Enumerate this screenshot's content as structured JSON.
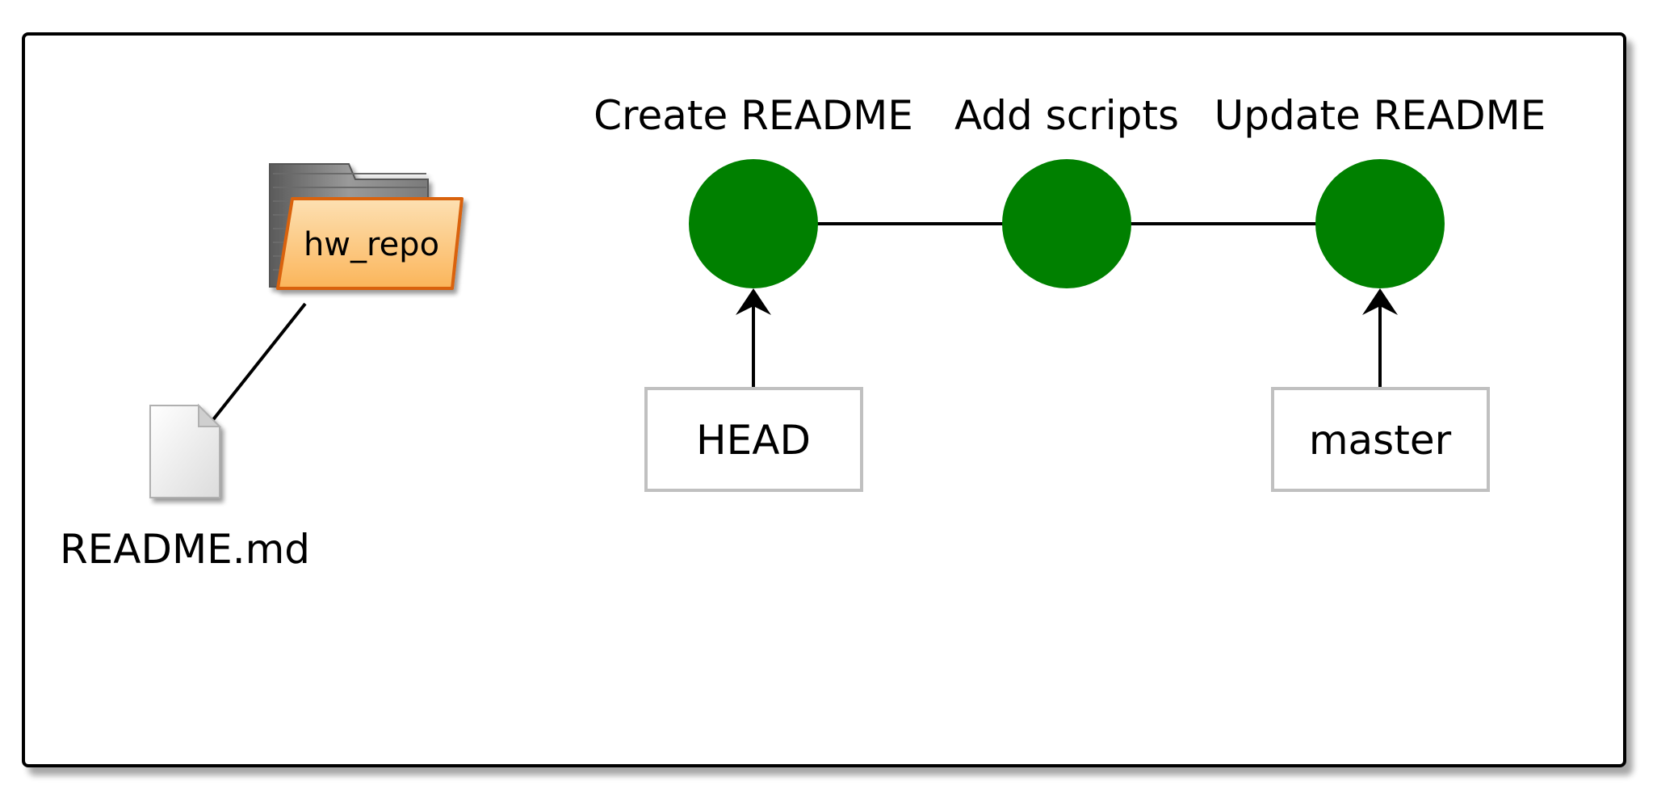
{
  "repo": {
    "folder_label": "hw_repo",
    "file_label": "README.md"
  },
  "commits": [
    {
      "label": "Create README"
    },
    {
      "label": "Add scripts"
    },
    {
      "label": "Update README"
    }
  ],
  "refs": {
    "head": "HEAD",
    "branch": "master"
  },
  "colors": {
    "commit": "#008000",
    "frame_stroke": "#000000",
    "ref_box_stroke": "#c0c0c0",
    "folder_front": "#fbbf66",
    "folder_edge": "#d9620c",
    "folder_back": "#808080",
    "file": "#f0f0f0"
  }
}
